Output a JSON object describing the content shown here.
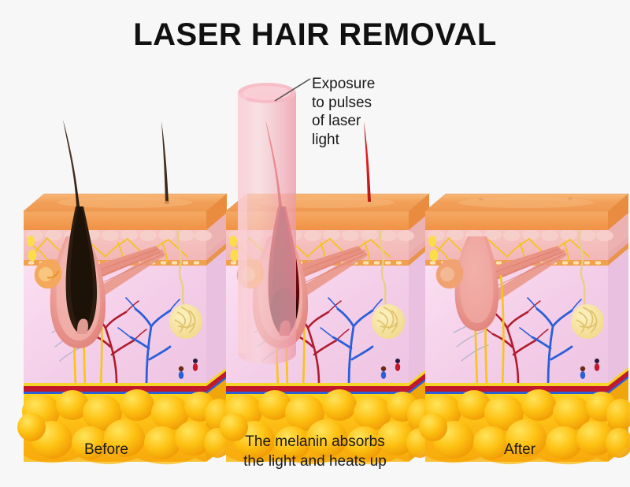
{
  "page": {
    "title": "LASER HAIR REMOVAL",
    "background_color": "#f7f7f7"
  },
  "annotation": {
    "text": "Exposure\nto pulses\nof laser\nlight",
    "leader_line": true
  },
  "panels": [
    {
      "id": "before",
      "caption": "Before",
      "hair_state": "normal-dark",
      "hair_color": "#3a2a1c",
      "has_laser_beam": false,
      "hair_count": 2
    },
    {
      "id": "during",
      "caption": "The melanin absorbs\nthe light and heats up",
      "hair_state": "heated-red",
      "hair_color": "#cf1b1b",
      "has_laser_beam": true,
      "beam_color": "#f2a2ad",
      "hair_count": 2
    },
    {
      "id": "after",
      "caption": "After",
      "hair_state": "removed",
      "hair_color": "none",
      "has_laser_beam": false,
      "hair_count": 0
    }
  ],
  "anatomy": {
    "layers": [
      {
        "name": "epidermis",
        "color": "#f2a05a"
      },
      {
        "name": "dermis",
        "color": "#f6bfbd"
      },
      {
        "name": "deep-dermis",
        "color": "#f3cde8"
      },
      {
        "name": "subcutaneous-fat",
        "color": "#fcb913"
      }
    ],
    "structures": [
      {
        "name": "hair-shaft",
        "color": "#3a2a1c"
      },
      {
        "name": "hair-follicle",
        "color": "#e8857f"
      },
      {
        "name": "sebaceous-gland",
        "color": "#f0a24f"
      },
      {
        "name": "arrector-pili-muscle",
        "color": "#e8907e"
      },
      {
        "name": "sweat-gland",
        "color": "#f6e3a8"
      },
      {
        "name": "nerve",
        "color": "#f5c518"
      },
      {
        "name": "artery",
        "color": "#c2182b"
      },
      {
        "name": "vein",
        "color": "#2b5fd9"
      }
    ]
  },
  "colors": {
    "title_text": "#111111",
    "caption_text": "#1a1a1a",
    "leader_line": "#555555"
  }
}
